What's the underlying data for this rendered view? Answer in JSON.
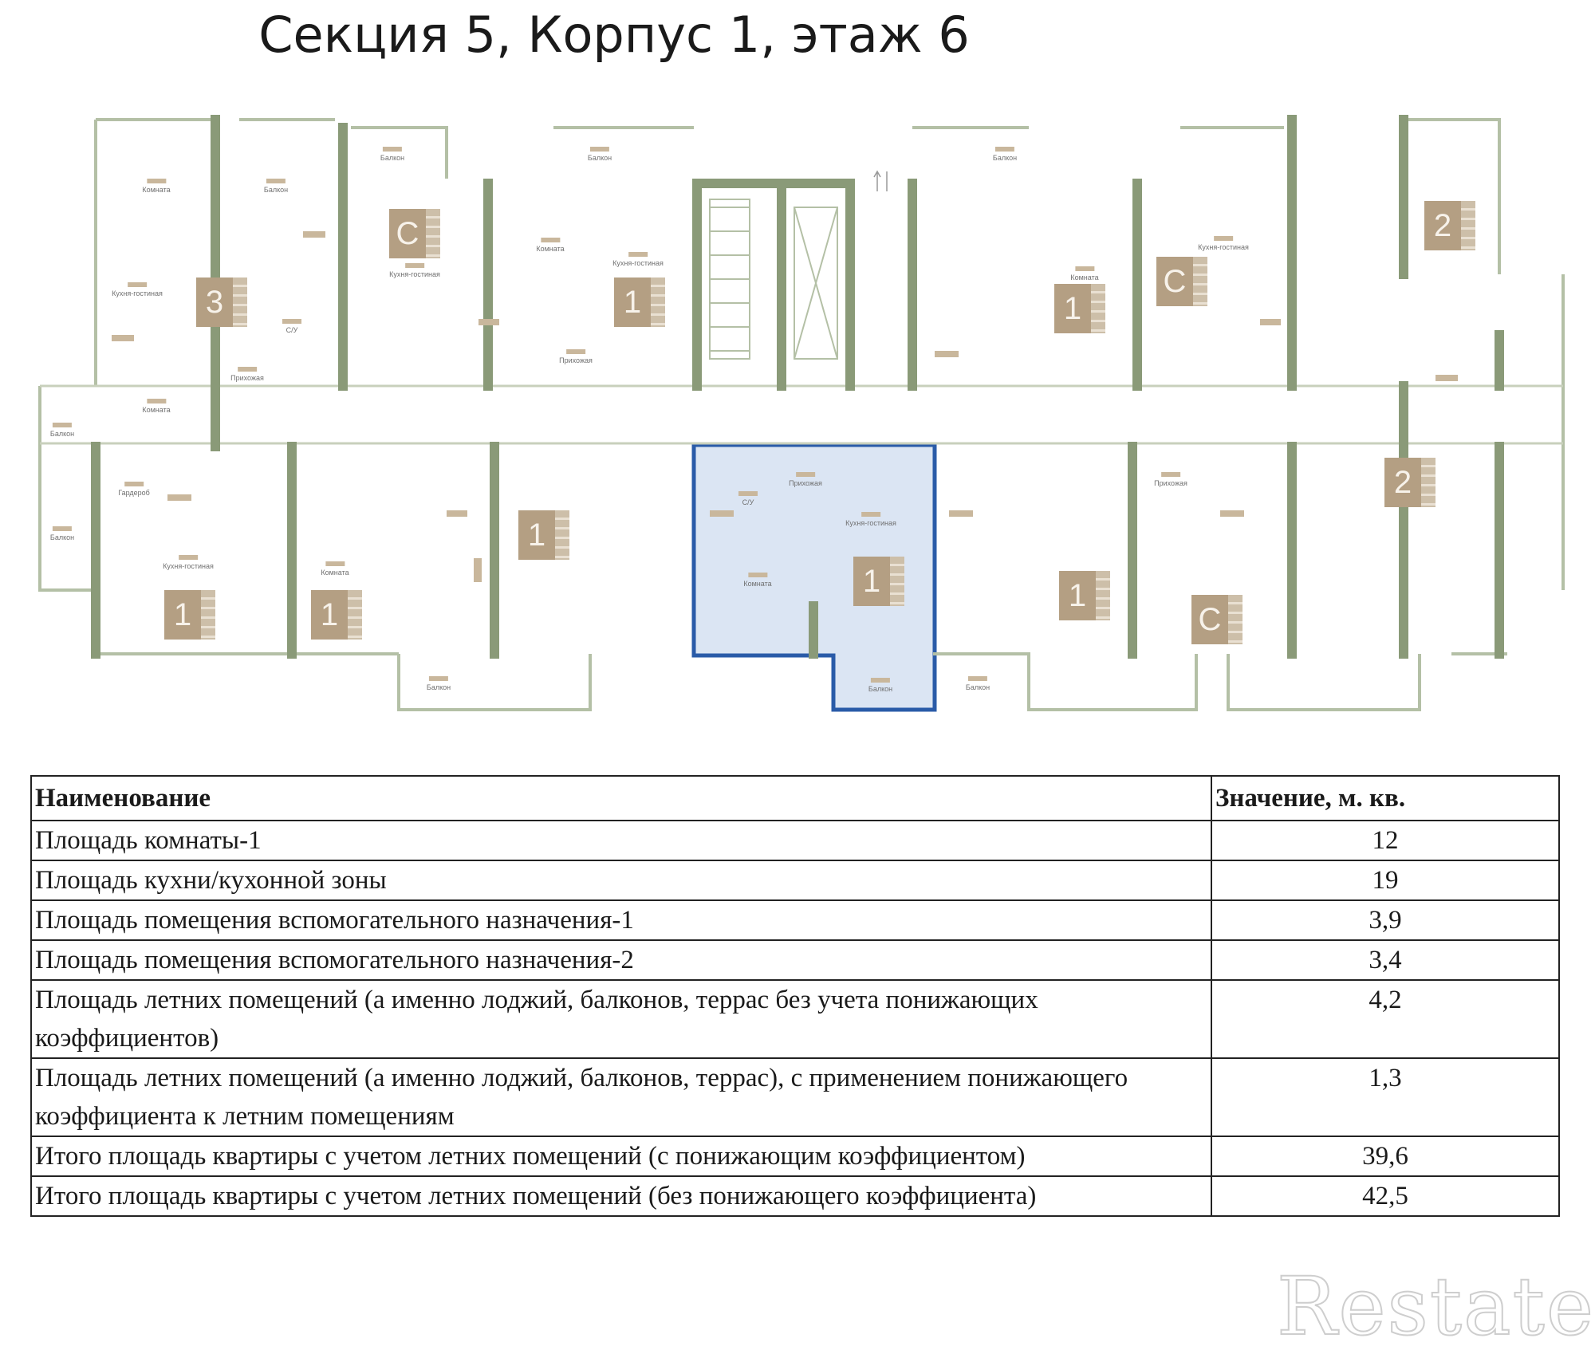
{
  "header": {
    "title": "Секция 5, Корпус 1, этаж 6"
  },
  "plan": {
    "colors": {
      "wall": "#8a9a78",
      "thin_wall": "#b4c0a6",
      "highlight_border": "#2a5ba8",
      "highlight_fill": "#dbe5f3",
      "badge": "#b49f83"
    },
    "badges": [
      "3",
      "С",
      "1",
      "1",
      "С",
      "2",
      "1",
      "1",
      "1",
      "1",
      "1",
      "С",
      "2"
    ],
    "rooms": [
      "Комната",
      "Балкон",
      "Кухня-гостиная",
      "Балкон",
      "С/У",
      "Прихожая",
      "Балкон",
      "Комната",
      "Кухня-гостиная",
      "Комната",
      "Кухня-гостиная",
      "Прихожая",
      "Балкон",
      "Кухня-гостиная",
      "Комната",
      "Гардероб",
      "Балкон",
      "Балкон",
      "Комната",
      "Балкон",
      "Кухня-гостиная",
      "Прихожая",
      "С/У",
      "Прихожая",
      "Балкон",
      "Кухня-гостиная",
      "Комната",
      "Балкон"
    ]
  },
  "table": {
    "header": {
      "name": "Наименование",
      "value": "Значение, м. кв."
    },
    "rows": [
      {
        "name": "Площадь комнаты-1",
        "value": "12"
      },
      {
        "name": "Площадь кухни/кухонной зоны",
        "value": "19"
      },
      {
        "name": "Площадь помещения вспомогательного назначения-1",
        "value": "3,9"
      },
      {
        "name": "Площадь помещения вспомогательного назначения-2",
        "value": "3,4"
      },
      {
        "name": "Площадь летних помещений (а именно лоджий, балконов, террас без учета понижающих коэффициентов)",
        "value": "4,2"
      },
      {
        "name": "Площадь летних помещений (а именно лоджий, балконов, террас), с применением понижающего коэффициента к летним помещениям",
        "value": "1,3"
      },
      {
        "name": "Итого площадь квартиры с учетом летних помещений (с понижающим коэффициентом)",
        "value": "39,6"
      },
      {
        "name": "Итого площадь квартиры с учетом летних помещений (без понижающего коэффициента)",
        "value": "42,5"
      }
    ]
  },
  "watermark": "Restate"
}
